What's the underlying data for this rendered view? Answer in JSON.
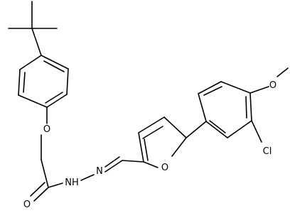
{
  "molecule": {
    "atoms": {
      "O1": "O",
      "O2": "O",
      "NH": "NH",
      "N": "N",
      "Ofuran": "O",
      "Cl": "Cl",
      "Omethoxy": "O"
    }
  }
}
